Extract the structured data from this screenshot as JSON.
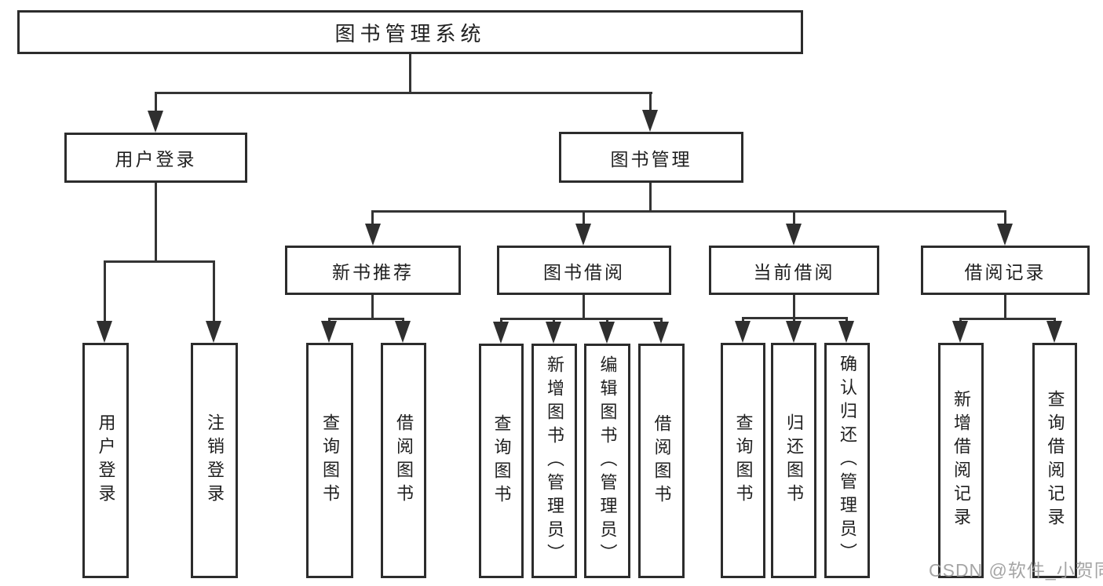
{
  "diagram": {
    "watermark": "CSDN @软件_小贺同学",
    "colors": {
      "background": "#ffffff",
      "box_border": "#2c2c2c",
      "box_fill": "#ffffff",
      "connector": "#343434",
      "text": "#1f1f1f",
      "watermark": "#9c9c9c"
    },
    "nodes": {
      "root": {
        "label": "图书管理系统"
      },
      "user_login": {
        "label": "用户登录"
      },
      "book_mgmt": {
        "label": "图书管理"
      },
      "new_book_rec": {
        "label": "新书推荐"
      },
      "book_borrow": {
        "label": "图书借阅"
      },
      "current_borrow": {
        "label": "当前借阅"
      },
      "borrow_record": {
        "label": "借阅记录"
      },
      "login_leaf": {
        "label": "用户登录"
      },
      "logout_leaf": {
        "label": "注销登录"
      },
      "query_book_a": {
        "label": "查询图书"
      },
      "borrow_book_a": {
        "label": "借阅图书"
      },
      "query_book_b": {
        "label": "查询图书"
      },
      "add_book": {
        "label": "新增图书（管理员）"
      },
      "edit_book": {
        "label": "编辑图书（管理员）"
      },
      "borrow_book_b": {
        "label": "借阅图书"
      },
      "query_book_c": {
        "label": "查询图书"
      },
      "return_book": {
        "label": "归还图书"
      },
      "confirm_return": {
        "label": "确认归还（管理员）"
      },
      "add_borrow_record": {
        "label": "新增借阅记录"
      },
      "query_borrow_record": {
        "label": "查询借阅记录"
      }
    },
    "structure": {
      "图书管理系统": [
        "用户登录",
        "图书管理"
      ],
      "用户登录": [
        "用户登录",
        "注销登录"
      ],
      "图书管理": [
        "新书推荐",
        "图书借阅",
        "当前借阅",
        "借阅记录"
      ],
      "新书推荐": [
        "查询图书",
        "借阅图书"
      ],
      "图书借阅": [
        "查询图书",
        "新增图书（管理员）",
        "编辑图书（管理员）",
        "借阅图书"
      ],
      "当前借阅": [
        "查询图书",
        "归还图书",
        "确认归还（管理员）"
      ],
      "借阅记录": [
        "新增借阅记录",
        "查询借阅记录"
      ]
    }
  }
}
